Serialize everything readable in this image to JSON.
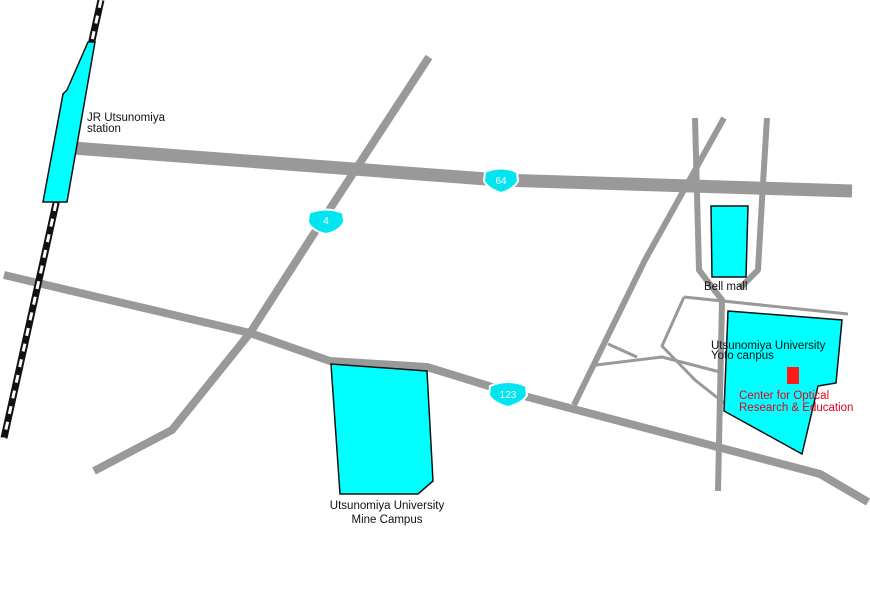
{
  "colors": {
    "road": "#999999",
    "area": "#00ffff",
    "area_outline": "#111111",
    "rail": "#111111",
    "shield": "#00e5f0",
    "highlight": "#ff1a1a",
    "highlight_text": "#e8001c"
  },
  "stations": {
    "jr_utsunomiya": {
      "line1": "JR Utsunomiya",
      "line2": "station"
    }
  },
  "places": {
    "bell_mall": {
      "label": "Bell mall"
    },
    "yoto_campus": {
      "line1": "Utsunomiya University",
      "line2": "Yoto canpus"
    },
    "mine_campus": {
      "line1": "Utsunomiya University",
      "line2": "Mine Campus"
    },
    "center": {
      "line1": "Center for Optical",
      "line2": "Research & Education"
    }
  },
  "routes": {
    "r64": "64",
    "r4": "4",
    "r123": "123"
  }
}
